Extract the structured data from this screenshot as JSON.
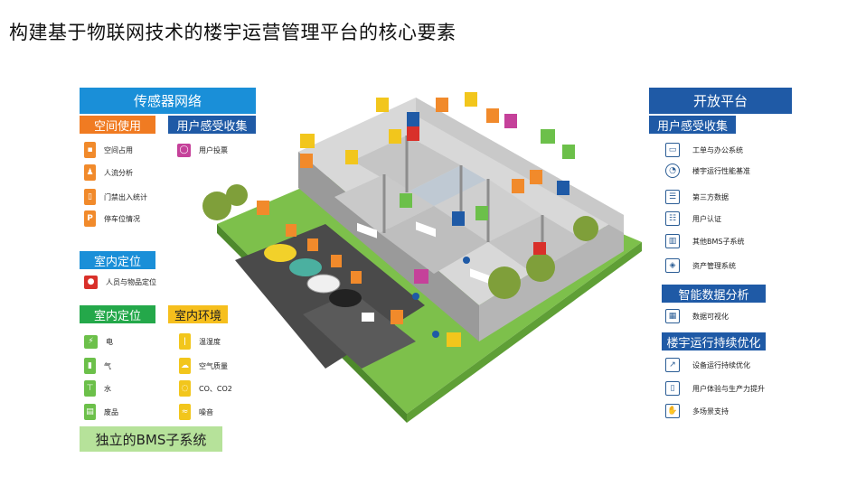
{
  "title": "构建基于物联网技术的楼宇运营管理平台的核心要素",
  "colors": {
    "blue_header": "#1a8fd8",
    "dark_blue": "#1f5aa6",
    "orange": "#f07b22",
    "orange_icon": "#f18a2b",
    "red_icon": "#d9302a",
    "magenta_icon": "#c5419a",
    "green_header": "#24a84a",
    "green_icon": "#6cc04a",
    "yellow_header": "#f6bf1d",
    "yellow_icon": "#f2c61c",
    "light_green_footer": "#b6e29a",
    "icon_outline": "#2b5d95"
  },
  "left": {
    "sensor_network": "传感器网络",
    "space_use": {
      "header": "空间使用",
      "items": [
        {
          "label": "空间占用",
          "icon": "seat-icon"
        },
        {
          "label": "人流分析",
          "icon": "walking-person-icon"
        },
        {
          "label": "门禁出入统计",
          "icon": "door-icon"
        },
        {
          "label": "停车位情况",
          "icon": "parking-icon"
        }
      ]
    },
    "user_feedback": {
      "header": "用户感受收集",
      "items": [
        {
          "label": "用户投票",
          "icon": "speech-bubble-icon"
        }
      ]
    },
    "indoor_location": {
      "header": "室内定位",
      "items": [
        {
          "label": "人员与物品定位",
          "icon": "location-pin-icon"
        }
      ]
    },
    "indoor_location_2": {
      "header": "室内定位",
      "items": [
        {
          "label": "电",
          "icon": "plug-icon"
        },
        {
          "label": "气",
          "icon": "gas-cylinder-icon"
        },
        {
          "label": "水",
          "icon": "faucet-icon"
        },
        {
          "label": "废品",
          "icon": "trash-bin-icon"
        }
      ]
    },
    "indoor_env": {
      "header": "室内环境",
      "items": [
        {
          "label": "温湿度",
          "icon": "thermometer-icon"
        },
        {
          "label": "空气质量",
          "icon": "cloud-icon"
        },
        {
          "label": "CO、CO2",
          "icon": "co2-icon"
        },
        {
          "label": "噪音",
          "icon": "noise-icon"
        }
      ]
    },
    "footer": "独立的BMS子系统"
  },
  "right": {
    "open_platform": "开放平台",
    "user_feedback": {
      "header": "用户感受收集",
      "items": [
        {
          "label": "工单与办公系统",
          "icon": "ticket-monitor-icon"
        },
        {
          "label": "楼宇运行性能基准",
          "icon": "gauge-icon"
        },
        {
          "label": "第三方数据",
          "icon": "third-party-data-icon"
        },
        {
          "label": "用户认证",
          "icon": "user-auth-icon"
        },
        {
          "label": "其他BMS子系统",
          "icon": "building-icon"
        },
        {
          "label": "资产管理系统",
          "icon": "asset-cube-icon"
        }
      ]
    },
    "smart_analysis": {
      "header": "智能数据分析",
      "items": [
        {
          "label": "数据可视化",
          "icon": "bar-chart-icon"
        }
      ]
    },
    "optimization": {
      "header": "楼宇运行持续优化",
      "items": [
        {
          "label": "设备运行持续优化",
          "icon": "trend-line-icon"
        },
        {
          "label": "用户体验与生产力提升",
          "icon": "mobile-device-icon"
        },
        {
          "label": "多场景支持",
          "icon": "hand-device-icon"
        }
      ]
    }
  }
}
